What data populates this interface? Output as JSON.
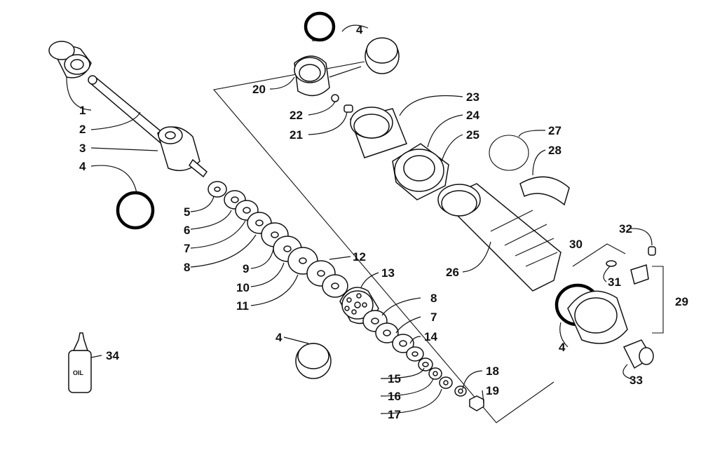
{
  "diagram": {
    "callouts": {
      "p1": "1",
      "p2": "2",
      "p3": "3",
      "p4a": "4",
      "p4b": "4",
      "p4c": "4",
      "p4d": "4",
      "p5": "5",
      "p6": "6",
      "p7a": "7",
      "p7b": "7",
      "p8a": "8",
      "p8b": "8",
      "p9": "9",
      "p10": "10",
      "p11": "11",
      "p12": "12",
      "p13": "13",
      "p14": "14",
      "p15": "15",
      "p16": "16",
      "p17": "17",
      "p18": "18",
      "p19": "19",
      "p20": "20",
      "p21": "21",
      "p22": "22",
      "p23": "23",
      "p24": "24",
      "p25": "25",
      "p26": "26",
      "p27": "27",
      "p28": "28",
      "p29": "29",
      "p30": "30",
      "p31": "31",
      "p32": "32",
      "p33": "33",
      "p34": "34"
    },
    "oil_bottle_label": "OIL"
  }
}
